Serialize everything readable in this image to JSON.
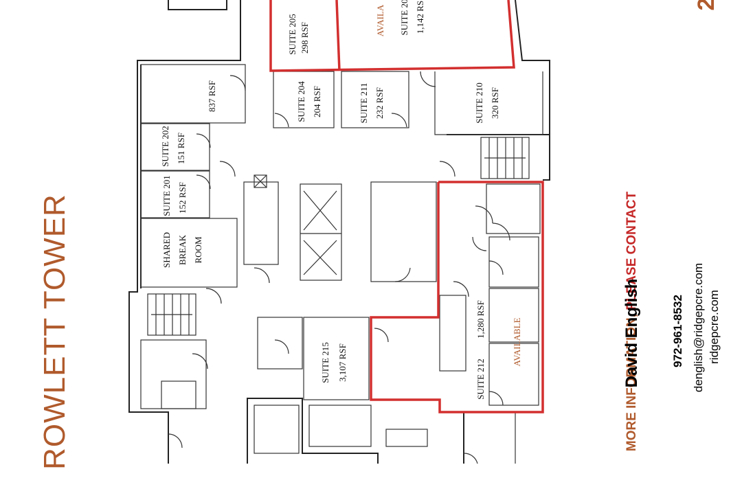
{
  "title": "ROWLETT TOWER",
  "corner_number": "2",
  "contact": {
    "heading_lead": "MORE INFORMATION,",
    "heading_cta": "PLEASE CONTACT",
    "name": "David English",
    "phone": "972-961-8532",
    "email": "denglish@ridgepcre.com",
    "website": "ridgepcre.com"
  },
  "rooms": {
    "suite205": {
      "name": "SUITE 205",
      "area": "298 RSF"
    },
    "suite206": {
      "status": "AVAILA",
      "name": "SUITE 20",
      "area": "1,142 RS"
    },
    "suite204": {
      "name": "SUITE 204",
      "area": "204 RSF"
    },
    "suite211": {
      "name": "SUITE 211",
      "area": "232 RSF"
    },
    "suite210": {
      "name": "SUITE 210",
      "area": "320 RSF"
    },
    "room837": {
      "area": "837 RSF"
    },
    "suite202": {
      "name": "SUITE 202",
      "area": "151 RSF"
    },
    "suite201": {
      "name": "SUITE 201",
      "area": "152 RSF"
    },
    "shared_break_room": {
      "line1": "SHARED",
      "line2": "BREAK",
      "line3": "ROOM"
    },
    "suite215": {
      "name": "SUITE 215",
      "area": "3,107 RSF"
    },
    "suite212": {
      "name": "SUITE 212",
      "area": "1,280 RSF",
      "status": "AVAILABLE"
    }
  },
  "colors": {
    "accent": "#b05a2c",
    "available_outline": "#d32f2f",
    "walls": "#222222"
  }
}
